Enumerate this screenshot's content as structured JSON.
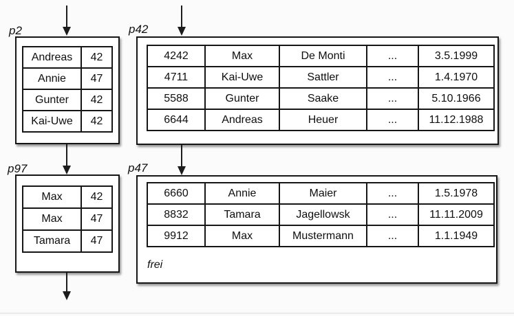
{
  "colors": {
    "line": "#151515",
    "box_fill": "#ffffff",
    "background": "#fbfbfb"
  },
  "pages": {
    "p2": {
      "label": "p2",
      "rows": [
        [
          "Andreas",
          "42"
        ],
        [
          "Annie",
          "47"
        ],
        [
          "Gunter",
          "42"
        ],
        [
          "Kai-Uwe",
          "42"
        ]
      ]
    },
    "p42": {
      "label": "p42",
      "rows": [
        [
          "4242",
          "Max",
          "De Monti",
          "...",
          "3.5.1999"
        ],
        [
          "4711",
          "Kai-Uwe",
          "Sattler",
          "...",
          "1.4.1970"
        ],
        [
          "5588",
          "Gunter",
          "Saake",
          "...",
          "5.10.1966"
        ],
        [
          "6644",
          "Andreas",
          "Heuer",
          "...",
          "11.12.1988"
        ]
      ]
    },
    "p97": {
      "label": "p97",
      "rows": [
        [
          "Max",
          "42"
        ],
        [
          "Max",
          "47"
        ],
        [
          "Tamara",
          "47"
        ]
      ]
    },
    "p47": {
      "label": "p47",
      "rows": [
        [
          "6660",
          "Annie",
          "Maier",
          "...",
          "1.5.1978"
        ],
        [
          "8832",
          "Tamara",
          "Jagellowsk",
          "...",
          "11.11.2009"
        ],
        [
          "9912",
          "Max",
          "Mustermann",
          "...",
          "1.1.1949"
        ]
      ],
      "free_label": "frei"
    }
  }
}
